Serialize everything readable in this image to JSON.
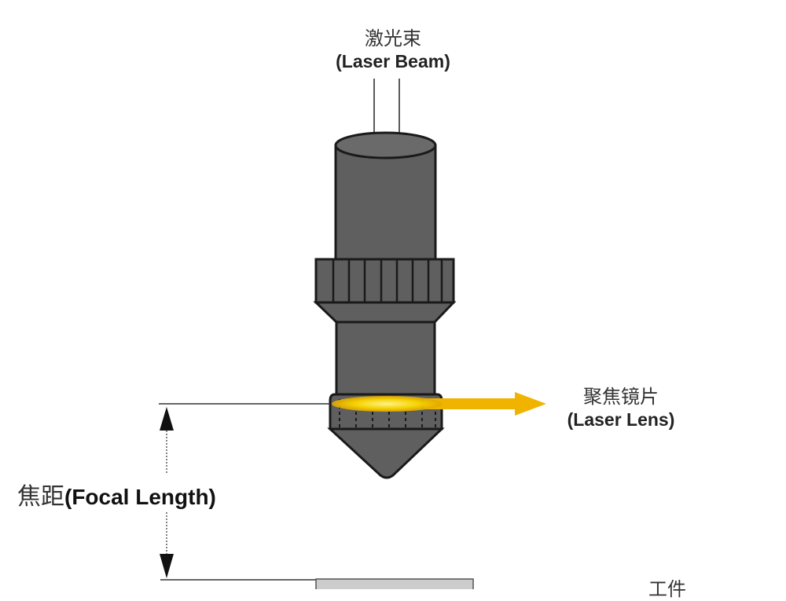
{
  "labels": {
    "beam": {
      "cn": "激光束",
      "en": "(Laser Beam)"
    },
    "lens": {
      "cn": "聚焦镜片",
      "en": "(Laser Lens)"
    },
    "focal": {
      "cn": "焦距",
      "en": "(Focal Length)"
    },
    "workpiece": {
      "cn": "工件"
    }
  },
  "colors": {
    "body": "#5f5f5f",
    "outline": "#1a1a1a",
    "lens_glow": "#f2c200",
    "arrow": "#f0b400",
    "workpiece": "#cccccc"
  }
}
